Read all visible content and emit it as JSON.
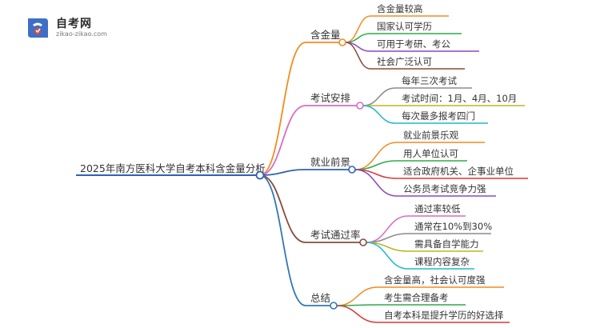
{
  "logo": {
    "name": "自考网",
    "url": "zikao-zikao.com"
  },
  "mindmap": {
    "root": "2025年南方医科大学自考本科含金量分析",
    "branches": [
      {
        "label": "含金量",
        "color": "#f28b1e",
        "children": [
          {
            "text": "含金量较高",
            "color": "#f28b1e"
          },
          {
            "text": "国家认可学历",
            "color": "#2eaa4a"
          },
          {
            "text": "可用于考研、考公",
            "color": "#8a48c0"
          },
          {
            "text": "社会广泛认可",
            "color": "#8a4a3c"
          }
        ]
      },
      {
        "label": "考试安排",
        "color": "#d86cc4",
        "children": [
          {
            "text": "每年三次考试",
            "color": "#8c8c8c"
          },
          {
            "text": "考试时间：1月、4月、10月",
            "color": "#b8b820"
          },
          {
            "text": "每次最多报考四门",
            "color": "#20b8cc"
          }
        ]
      },
      {
        "label": "就业前景",
        "color": "#2f62b8",
        "children": [
          {
            "text": "就业前景乐观",
            "color": "#f28b1e"
          },
          {
            "text": "用人单位认可",
            "color": "#2eaa4a"
          },
          {
            "text": "适合政府机关、企事业单位",
            "color": "#d83838"
          },
          {
            "text": "公务员考试竞争力强",
            "color": "#8a48c0"
          }
        ]
      },
      {
        "label": "考试通过率",
        "color": "#8a4a3c",
        "children": [
          {
            "text": "通过率较低",
            "color": "#d86cc4"
          },
          {
            "text": "通常在10%到30%",
            "color": "#8c8c8c"
          },
          {
            "text": "需具备自学能力",
            "color": "#b8b820"
          },
          {
            "text": "课程内容复杂",
            "color": "#20b8cc"
          }
        ]
      },
      {
        "label": "总结",
        "color": "#2f78b8",
        "children": [
          {
            "text": "含金量高，社会认可度强",
            "color": "#f28b1e"
          },
          {
            "text": "考生需合理备考",
            "color": "#2eaa4a"
          },
          {
            "text": "自考本科是提升学历的好选择",
            "color": "#d83838"
          }
        ]
      }
    ]
  }
}
